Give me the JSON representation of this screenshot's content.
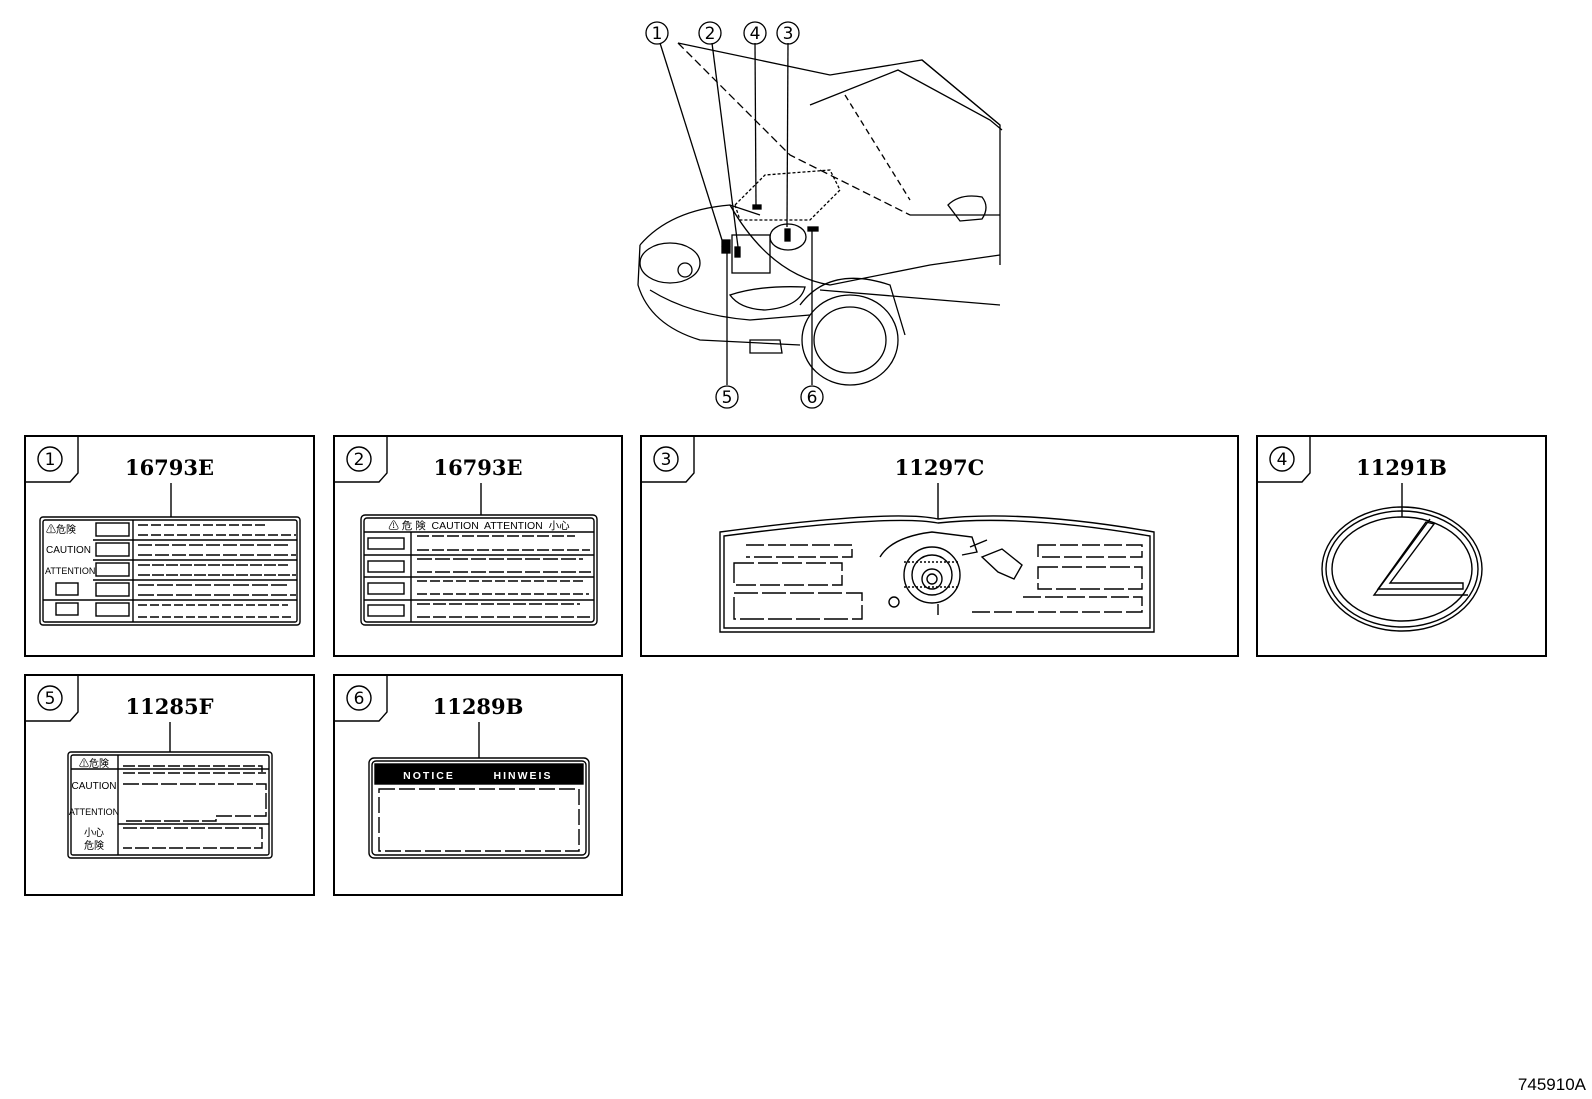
{
  "callouts": [
    "1",
    "2",
    "3",
    "4",
    "5",
    "6"
  ],
  "panels": [
    {
      "index": "1",
      "part_number": "16793E",
      "label_lines": [
        "⚠危険",
        "CAUTION",
        "ATTENTION"
      ]
    },
    {
      "index": "2",
      "part_number": "16793E",
      "label_header": "⚠ 危 険  CAUTION  ATTENTION  小心"
    },
    {
      "index": "3",
      "part_number": "11297C"
    },
    {
      "index": "4",
      "part_number": "11291B"
    },
    {
      "index": "5",
      "part_number": "11285F",
      "label_lines": [
        "⚠危険",
        "CAUTION",
        "ATTENTION",
        "小心",
        "危険"
      ]
    },
    {
      "index": "6",
      "part_number": "11289B",
      "label_header_left": "NOTICE",
      "label_header_right": "HINWEIS"
    }
  ],
  "drawing_id": "745910A"
}
